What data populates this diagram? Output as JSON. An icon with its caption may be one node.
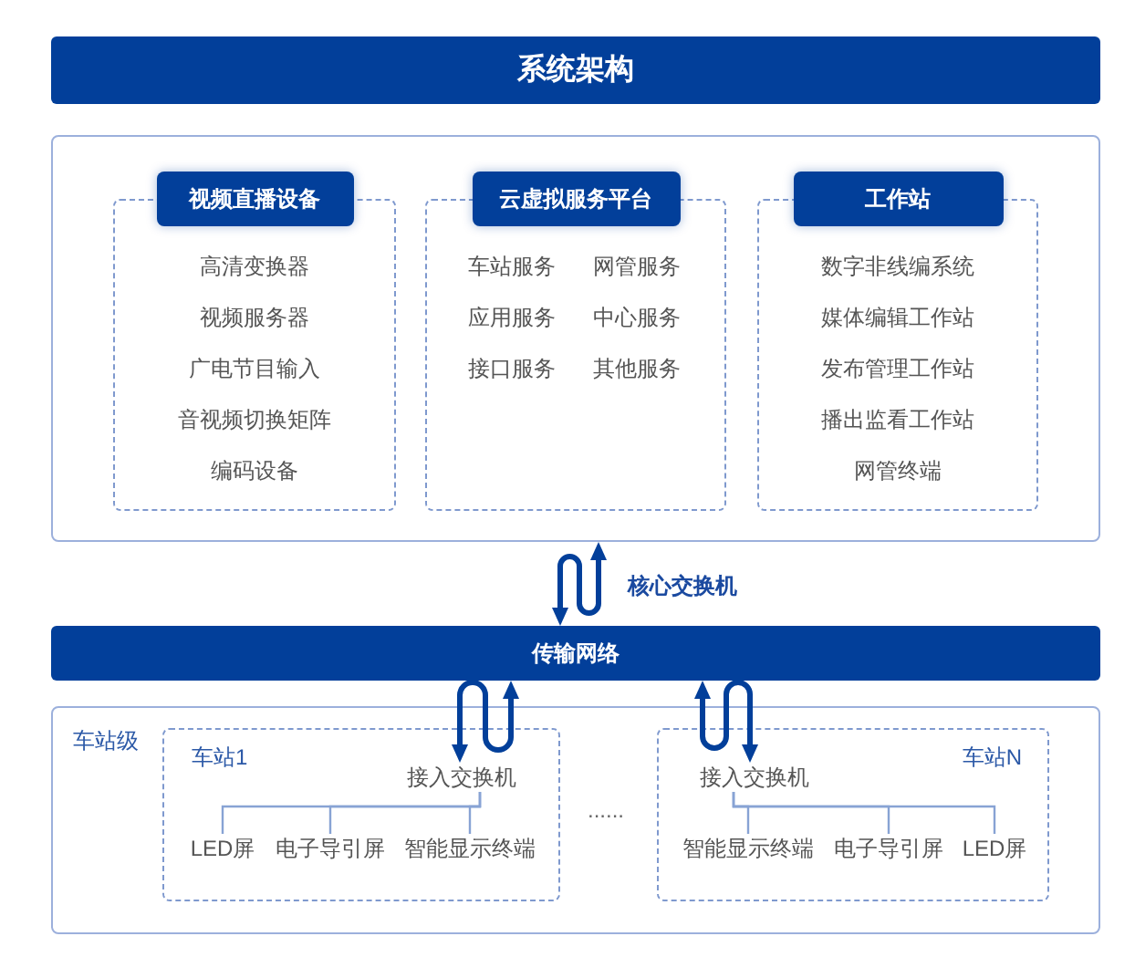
{
  "diagram": {
    "nodes": [
      {
        "text": [
          "系统架构"
        ]
      },
      {
        "text": [],
        "shape": "box"
      },
      {
        "text": [
          "视频直播设备",
          "高清变换器",
          "视频服务器",
          "广电节目输入",
          "音视频切换矩阵",
          "编码设备"
        ],
        "in": 1
      },
      {
        "text": [
          "云虚拟服务平台",
          "车站服务",
          "网管服务",
          "应用服务",
          "中心服务",
          "接口服务",
          "其他服务"
        ],
        "in": 1
      },
      {
        "text": [
          "工作站",
          "数字非线编系统",
          "媒体编辑工作站",
          "发布管理工作站",
          "播出监看工作站",
          "网管终端"
        ],
        "in": 1
      },
      {
        "text": [
          "传输网络"
        ]
      },
      {
        "text": [
          "车站级"
        ]
      },
      {
        "text": [
          "车站1"
        ],
        "in": 6
      },
      {
        "text": [
          "接入交换机"
        ],
        "in": 7
      },
      {
        "text": [
          "LED屏"
        ],
        "in": 7
      },
      {
        "text": [
          "电子导引屏"
        ],
        "in": 7
      },
      {
        "text": [
          "智能显示终端"
        ],
        "in": 7
      },
      {
        "text": [
          "车站N"
        ],
        "in": 6
      },
      {
        "text": [
          "接入交换机"
        ],
        "in": 12
      },
      {
        "text": [
          "智能显示终端"
        ],
        "in": 12
      },
      {
        "text": [
          "电子导引屏"
        ],
        "in": 12
      },
      {
        "text": [
          "LED屏"
        ],
        "in": 12
      }
    ],
    "edges": [
      {
        "from": 1,
        "to": 5,
        "arrow": "both",
        "label": "核心交换机",
        "style": "thick",
        "color": "#023f9a"
      },
      {
        "from": 5,
        "to": 8,
        "arrow": "both",
        "style": "thick",
        "color": "#023f9a"
      },
      {
        "from": 5,
        "to": 13,
        "arrow": "both",
        "style": "thick",
        "color": "#023f9a"
      },
      {
        "from": 8,
        "to": 9,
        "arrow": "none"
      },
      {
        "from": 8,
        "to": 10,
        "arrow": "none"
      },
      {
        "from": 8,
        "to": 11,
        "arrow": "none"
      },
      {
        "from": 13,
        "to": 14,
        "arrow": "none"
      },
      {
        "from": 13,
        "to": 15,
        "arrow": "none"
      },
      {
        "from": 13,
        "to": 16,
        "arrow": "none"
      }
    ],
    "labels": [
      "......"
    ]
  }
}
